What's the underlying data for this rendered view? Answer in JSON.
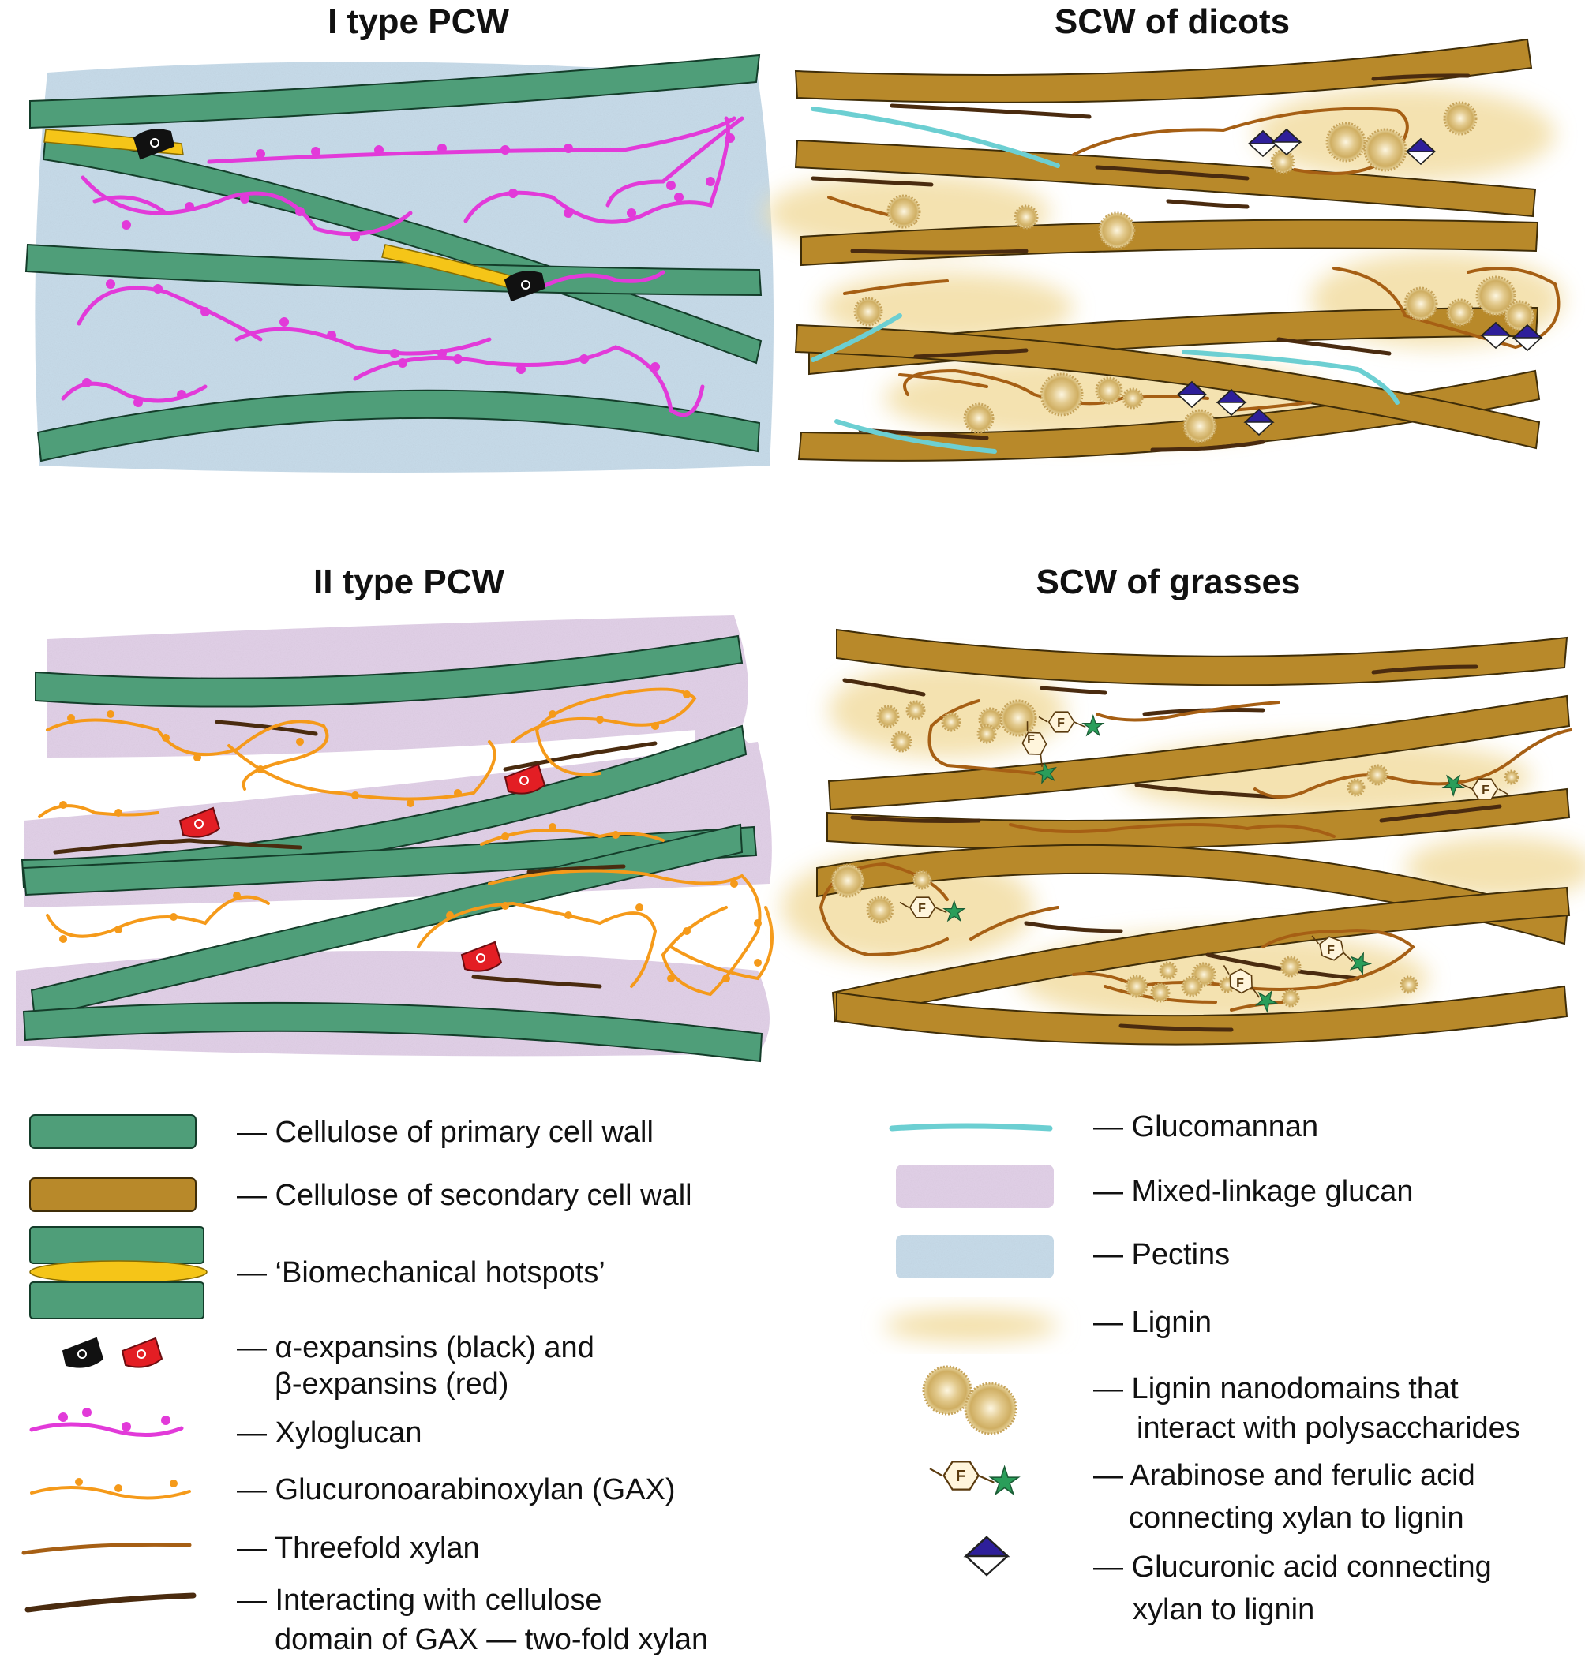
{
  "panels": {
    "type1_pcw": {
      "title": "I type PCW"
    },
    "scw_dicots": {
      "title": "SCW of dicots"
    },
    "type2_pcw": {
      "title": "II type PCW"
    },
    "scw_grasses": {
      "title": "SCW of grasses"
    }
  },
  "ferulic_label": "F",
  "legend": {
    "cellulose_primary": "— Cellulose of primary cell wall",
    "cellulose_secondary": "— Cellulose of secondary cell wall",
    "hotspots": "— ‘Biomechanical hotspots’",
    "expansins_line1": "— α-expansins (black) and",
    "expansins_line2": "β-expansins (red)",
    "xyloglucan": "— Xyloglucan",
    "gax": "— Glucuronoarabinoxylan (GAX)",
    "threefold_xylan": "— Threefold xylan",
    "twofold_line1": "— Interacting with cellulose",
    "twofold_line2": "domain of GAX — two-fold xylan",
    "glucomannan": "— Glucomannan",
    "mlg": "— Mixed-linkage glucan",
    "pectins": "— Pectins",
    "lignin": "— Lignin",
    "nanodomains_line1": "— Lignin nanodomains that",
    "nanodomains_line2": "interact with polysaccharides",
    "arabinose_line1": "— Arabinose and ferulic acid",
    "arabinose_line2": "connecting xylan to lignin",
    "glucuronic_line1": "— Glucuronic acid connecting",
    "glucuronic_line2": "xylan to lignin"
  },
  "colors": {
    "cellulose_primary": "#4f9e79",
    "cellulose_secondary": "#b8892a",
    "hotspot": "#f5c518",
    "pectin": "#c8dcea",
    "mlg": "#e2d1e8",
    "lignin": "#f3dfa8",
    "xyloglucan": "#e23ad9",
    "gax": "#f59a1a",
    "threefold": "#a65f14",
    "twofold": "#4a2b0f",
    "glucomannan": "#6ccfd2",
    "alpha_expansin": "#111111",
    "beta_expansin": "#e31e24",
    "glucuronic": "#2e1f9a",
    "arabinose": "#2a9e5a"
  }
}
